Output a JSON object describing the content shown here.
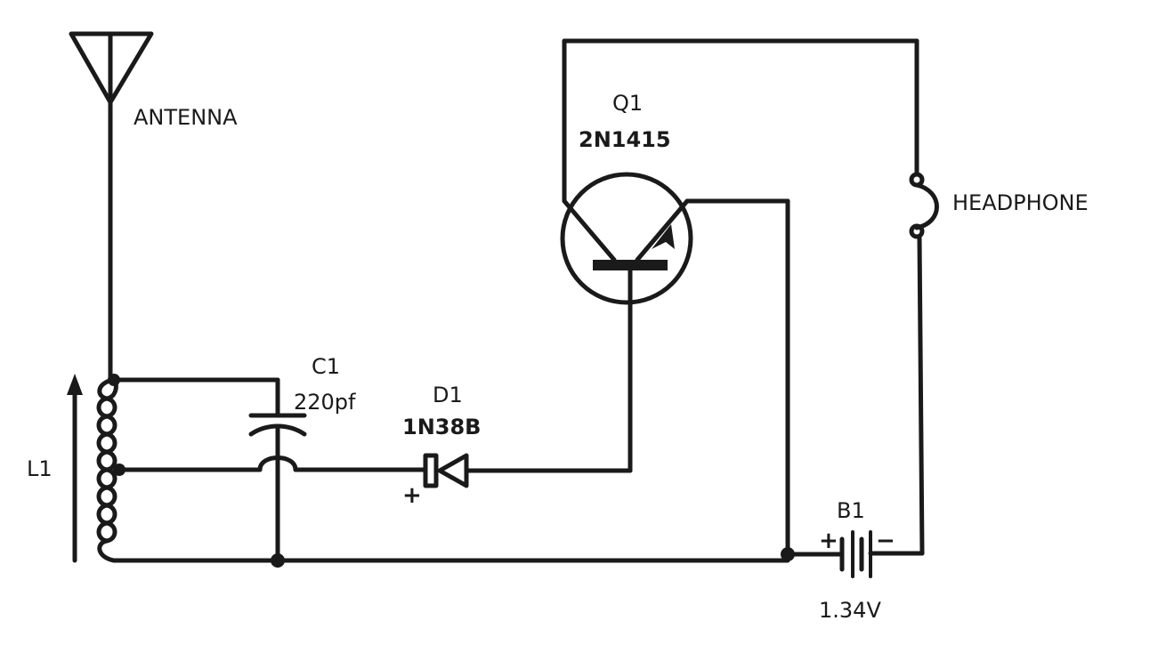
{
  "labels": {
    "antenna": "ANTENNA",
    "q1_ref": "Q1",
    "q1_part": "2N1415",
    "headphone": "HEADPHONE",
    "c1_ref": "C1",
    "c1_value": "220pf",
    "d1_ref": "D1",
    "d1_part": "1N38B",
    "d1_plus": "+",
    "l1_ref": "L1",
    "b1_ref": "B1",
    "b1_plus": "+",
    "b1_minus": "−",
    "b1_voltage": "1.34V"
  }
}
